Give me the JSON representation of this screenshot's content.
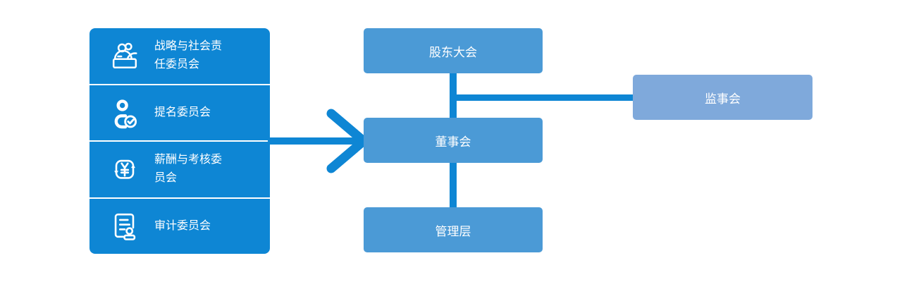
{
  "colors": {
    "primary_blue": "#0e86d4",
    "node_blue": "#4b9ad6",
    "node_light_blue": "#7fa9db",
    "text_white": "#ffffff"
  },
  "committees": {
    "items": [
      {
        "name": "strategy-social-responsibility",
        "label": "战略与社会责任委员会",
        "icon": "meeting-icon"
      },
      {
        "name": "nomination",
        "label": "提名委员会",
        "icon": "person-check-icon"
      },
      {
        "name": "remuneration-assessment",
        "label": "薪酬与考核委员会",
        "icon": "yuan-sign-icon"
      },
      {
        "name": "audit",
        "label": "审计委员会",
        "icon": "audit-document-icon"
      }
    ]
  },
  "chart": {
    "shareholders": {
      "label": "股东大会"
    },
    "board": {
      "label": "董事会"
    },
    "management": {
      "label": "管理层"
    },
    "supervisors": {
      "label": "监事会"
    },
    "edges": [
      {
        "from": "股东大会",
        "to": "董事会",
        "type": "line"
      },
      {
        "from": "董事会",
        "to": "管理层",
        "type": "line"
      },
      {
        "from": "股东大会-董事会",
        "to": "监事会",
        "type": "branch-line"
      },
      {
        "from": "committees-panel",
        "to": "董事会",
        "type": "arrow"
      }
    ]
  }
}
